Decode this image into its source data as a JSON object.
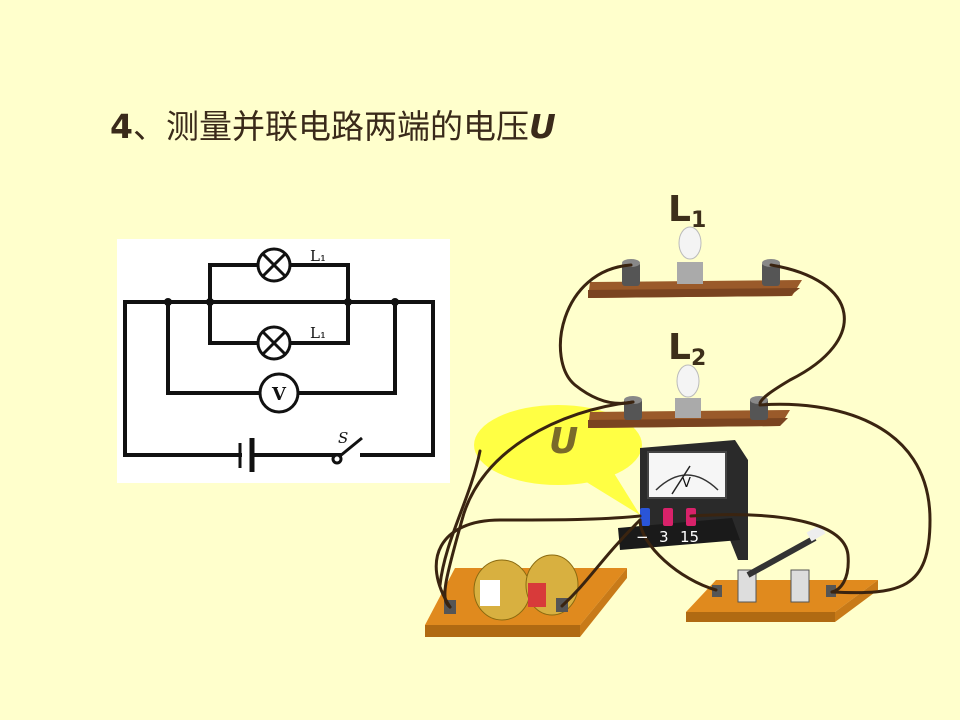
{
  "title": {
    "number": "4",
    "text": "、测量并联电路两端的电压",
    "symbol": "U"
  },
  "schematic": {
    "lamp1_label": "L₁",
    "lamp2_label": "L₁",
    "voltmeter_symbol": "V",
    "switch_label": "S"
  },
  "apparatus": {
    "lamp1": {
      "letter": "L",
      "index": "1"
    },
    "lamp2": {
      "letter": "L",
      "index": "2"
    },
    "bubble_text": "U",
    "voltmeter": {
      "face_symbol": "V",
      "terminal_minus": "−",
      "terminal_3": "3",
      "terminal_15": "15"
    }
  },
  "colors": {
    "background": "#ffffcc",
    "wire": "#3a2410",
    "board": "#e08a1e",
    "bubble": "#ffff44",
    "title": "#3a2a1a"
  }
}
